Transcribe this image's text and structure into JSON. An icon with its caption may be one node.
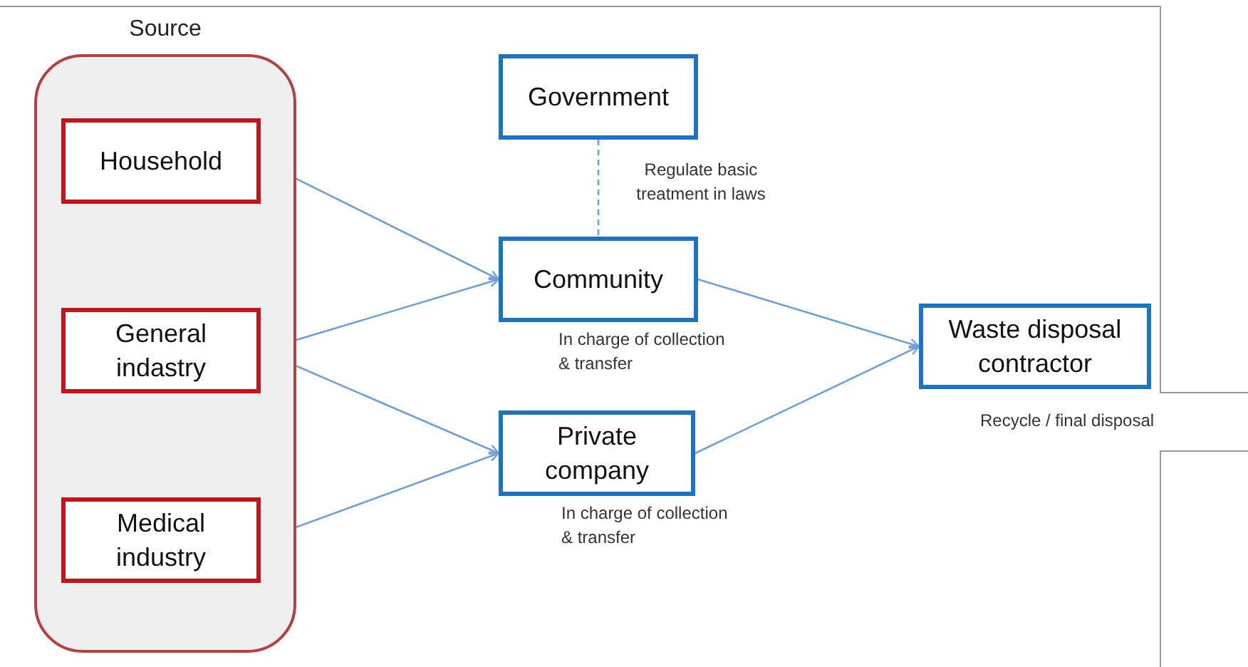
{
  "diagram": {
    "nodes": [
      {
        "text": [
          "Source"
        ]
      },
      {
        "text": [
          "Household"
        ],
        "in": 0
      },
      {
        "text": [
          "General indastry"
        ],
        "in": 0
      },
      {
        "text": [
          "Medical industry"
        ],
        "in": 0
      },
      {
        "text": [
          "Government"
        ]
      },
      {
        "text": [
          "Community"
        ],
        "beside": [
          "In charge of collection & transfer"
        ]
      },
      {
        "text": [
          "Private company"
        ],
        "beside": [
          "In charge of collection & transfer"
        ]
      },
      {
        "text": [
          "Waste disposal contractor"
        ],
        "beside": [
          "Recycle / final disposal"
        ]
      }
    ],
    "edges": [
      {
        "from": 1,
        "to": 5,
        "arrow": "to"
      },
      {
        "from": 2,
        "to": 5,
        "arrow": "to"
      },
      {
        "from": 2,
        "to": 6,
        "arrow": "to"
      },
      {
        "from": 3,
        "to": 6,
        "arrow": "to"
      },
      {
        "from": 4,
        "to": 5,
        "arrow": "none",
        "style": "dashed",
        "label": "Regulate basic treatment in laws"
      },
      {
        "from": 5,
        "to": 7,
        "arrow": "to"
      },
      {
        "from": 6,
        "to": 7,
        "arrow": "to"
      }
    ]
  }
}
